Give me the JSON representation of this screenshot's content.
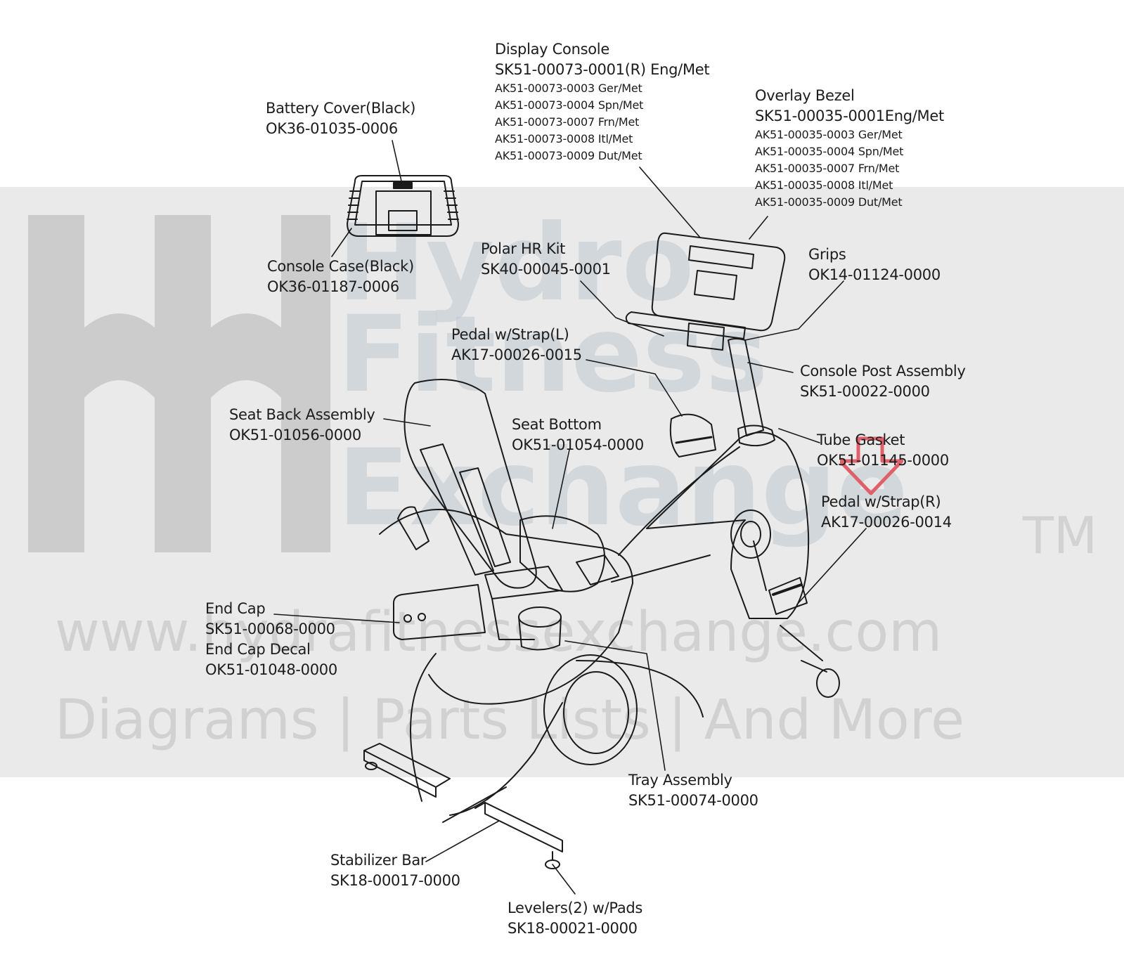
{
  "watermark": {
    "brand_line1": "Hydro",
    "brand_line2": "Fitness",
    "brand_line3": "Exchange",
    "tm": "TM",
    "url": "www.hydrafitnessexchange.com",
    "tagline": "Diagrams | Parts Lists | And More",
    "colors": {
      "band": "#dcdcdc",
      "letters": "#b9c3cc",
      "logo": "#9e9e9e"
    }
  },
  "arrow": {
    "color": "#e0606a"
  },
  "labels": {
    "display_console": {
      "name": "Display Console",
      "parts": [
        "SK51-00073-0001(R) Eng/Met"
      ],
      "sub_parts": [
        "AK51-00073-0003 Ger/Met",
        "AK51-00073-0004 Spn/Met",
        "AK51-00073-0007 Frn/Met",
        "AK51-00073-0008 Itl/Met",
        "AK51-00073-0009 Dut/Met"
      ]
    },
    "overlay_bezel": {
      "name": "Overlay Bezel",
      "parts": [
        "SK51-00035-0001Eng/Met"
      ],
      "sub_parts": [
        "AK51-00035-0003 Ger/Met",
        "AK51-00035-0004 Spn/Met",
        "AK51-00035-0007 Frn/Met",
        "AK51-00035-0008 Itl/Met",
        "AK51-00035-0009 Dut/Met"
      ]
    },
    "battery_cover": {
      "name": "Battery Cover(Black)",
      "part": "OK36-01035-0006"
    },
    "console_case": {
      "name": "Console Case(Black)",
      "part": "OK36-01187-0006"
    },
    "polar_hr_kit": {
      "name": "Polar HR Kit",
      "part": "SK40-00045-0001"
    },
    "grips": {
      "name": "Grips",
      "part": "OK14-01124-0000"
    },
    "pedal_left": {
      "name": "Pedal w/Strap(L)",
      "part": "AK17-00026-0015"
    },
    "console_post": {
      "name": "Console Post Assembly",
      "part": "SK51-00022-0000"
    },
    "seat_back": {
      "name": "Seat Back Assembly",
      "part": "OK51-01056-0000"
    },
    "seat_bottom": {
      "name": "Seat Bottom",
      "part": "OK51-01054-0000"
    },
    "tube_gasket": {
      "name": "Tube Gasket",
      "part": "OK51-01145-0000"
    },
    "pedal_right": {
      "name": "Pedal w/Strap(R)",
      "part": "AK17-00026-0014"
    },
    "end_cap": {
      "name": "End Cap",
      "part": "SK51-00068-0000"
    },
    "end_cap_decal": {
      "name": "End Cap Decal",
      "part": "OK51-01048-0000"
    },
    "tray_assembly": {
      "name": "Tray Assembly",
      "part": "SK51-00074-0000"
    },
    "stabilizer_bar": {
      "name": "Stabilizer Bar",
      "part": "SK18-00017-0000"
    },
    "levelers": {
      "name": "Levelers(2) w/Pads",
      "part": "SK18-00021-0000"
    }
  }
}
